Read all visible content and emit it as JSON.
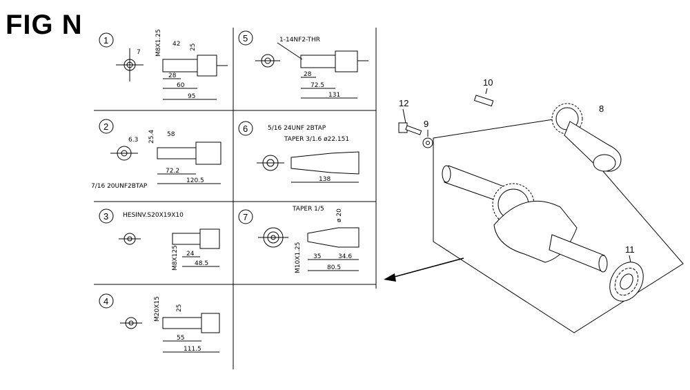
{
  "title": "FIG N",
  "panels": [
    {
      "id": "1",
      "dims": [
        "7",
        "42",
        "M8X1.25",
        "25",
        "28",
        "60",
        "95"
      ]
    },
    {
      "id": "2",
      "dims": [
        "6.3",
        "58",
        "25.4",
        "72.2",
        "120.5",
        "7/16 20UNF2BTAP"
      ]
    },
    {
      "id": "3",
      "dims": [
        "HESINV.S20X19X10",
        "M8X125",
        "24",
        "48.5"
      ]
    },
    {
      "id": "4",
      "dims": [
        "M20X15",
        "25",
        "55",
        "111.5"
      ]
    },
    {
      "id": "5",
      "dims": [
        "1-14NF2-THR",
        "28",
        "72.5",
        "131"
      ]
    },
    {
      "id": "6",
      "dims": [
        "5/16 24UNF 2BTAP",
        "TAPER 3/1.6 ø22.151",
        "138"
      ]
    },
    {
      "id": "7",
      "dims": [
        "TAPER 1/5",
        "ø 20",
        "M10X1.25",
        "35",
        "34.6",
        "80.5"
      ]
    }
  ],
  "parts": [
    "12",
    "9",
    "10",
    "8",
    "11"
  ],
  "colors": {
    "ink": "#000000",
    "paper": "#ffffff"
  }
}
